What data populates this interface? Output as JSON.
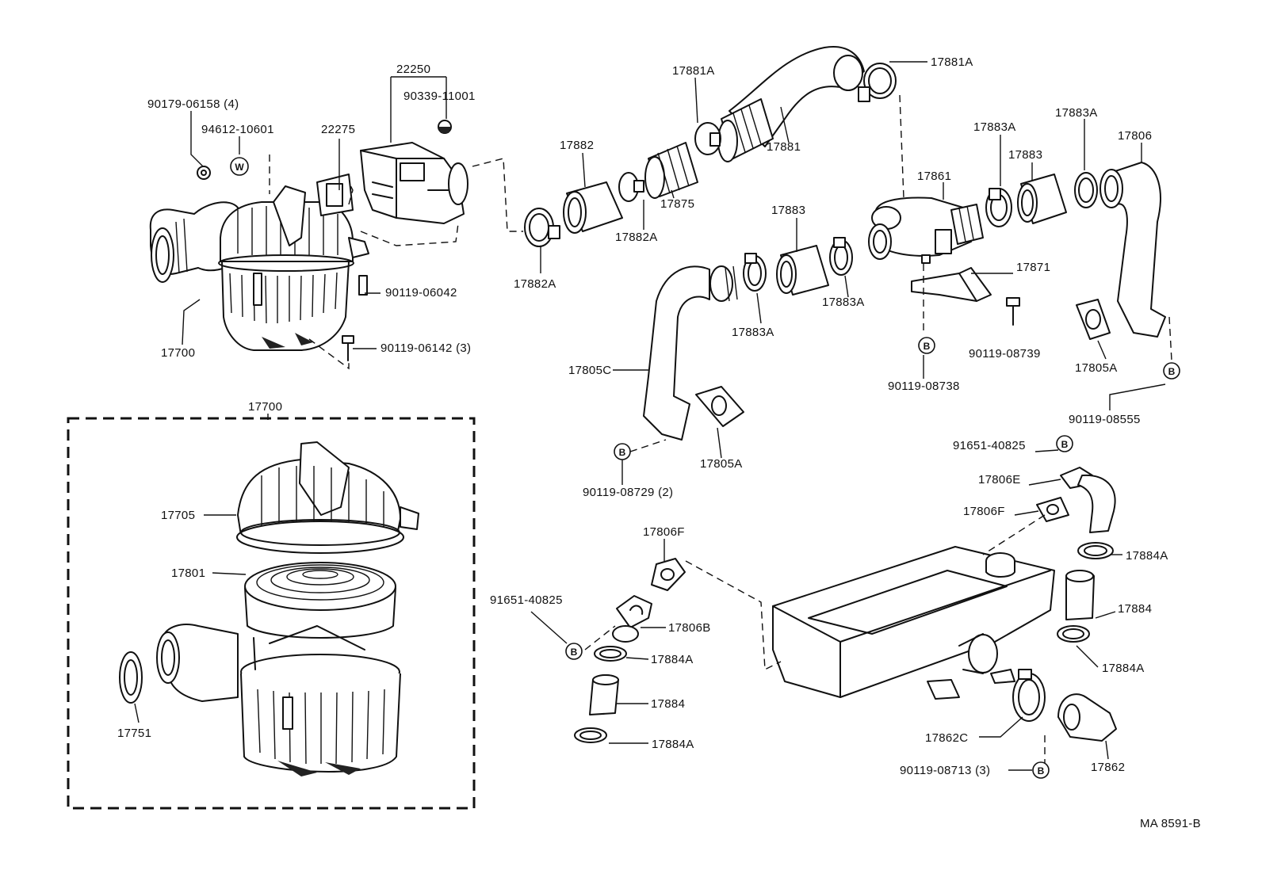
{
  "labels": {
    "p22250": "22250",
    "p90339": "90339-11001",
    "p90179": "90179-06158 (4)",
    "p94612": "94612-10601",
    "p22275": "22275",
    "p90119_06042": "90119-06042",
    "p90119_06142": "90119-06142 (3)",
    "p17700_top": "17700",
    "p17700_box": "17700",
    "p17705": "17705",
    "p17801": "17801",
    "p17751": "17751",
    "p17881A_left": "17881A",
    "p17881A_right": "17881A",
    "p17881": "17881",
    "p17882": "17882",
    "p17875": "17875",
    "p17882A_mid": "17882A",
    "p17882A_low": "17882A",
    "p17883A_a": "17883A",
    "p17883A_b": "17883A",
    "p17883A_c": "17883A",
    "p17883A_d": "17883A",
    "p17883_right": "17883",
    "p17883_left": "17883",
    "p17806": "17806",
    "p17861": "17861",
    "p17871": "17871",
    "p90119_08739": "90119-08739",
    "p90119_08738": "90119-08738",
    "p17805A_right": "17805A",
    "p17805A_left": "17805A",
    "p90119_08555": "90119-08555",
    "p17805C": "17805C",
    "p90119_08729": "90119-08729 (2)",
    "p91651_top": "91651-40825",
    "p17806E": "17806E",
    "p17806F_right": "17806F",
    "p17806F_left": "17806F",
    "p17884A_r1": "17884A",
    "p17884_r": "17884",
    "p17884A_r2": "17884A",
    "p91651_left": "91651-40825",
    "p17806B": "17806B",
    "p17884A_l1": "17884A",
    "p17884_l": "17884",
    "p17884A_l2": "17884A",
    "p17862C": "17862C",
    "p90119_08713": "90119-08713 (3)",
    "p17862": "17862",
    "ref_code": "MA 8591-B"
  },
  "markers": {
    "w": "W",
    "b": "B"
  }
}
